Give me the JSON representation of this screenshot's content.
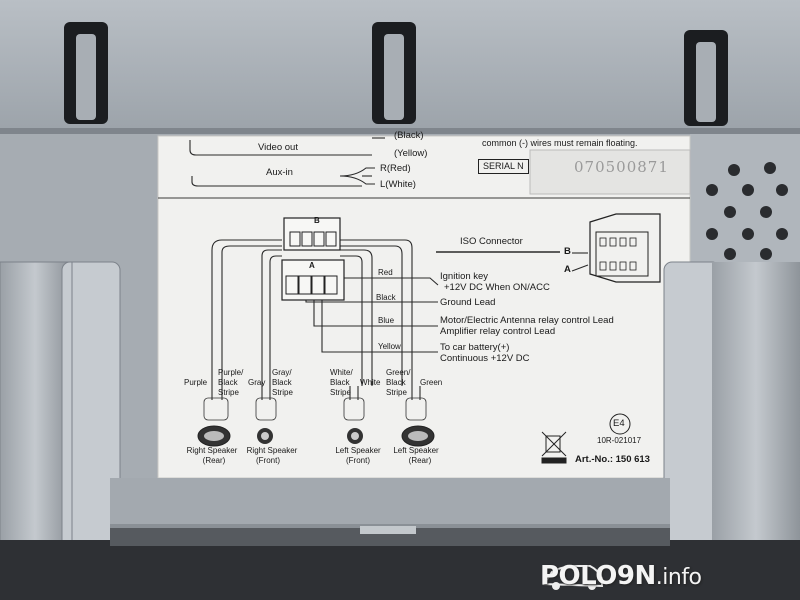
{
  "top_label": {
    "black": "(Black)",
    "video_out": "Video out",
    "yellow": "(Yellow)",
    "aux_in": "Aux-in",
    "r_red": "R(Red)",
    "l_white": "L(White)",
    "notice": "common (-) wires must remain floating.",
    "serial_prefix": "SERIAL N",
    "serial_number": "070500871"
  },
  "iso": {
    "title": "ISO Connector",
    "plug_b": "B",
    "plug_a": "A",
    "socket_b": "B",
    "socket_a": "A"
  },
  "leads": [
    {
      "color": "Red",
      "description": [
        "Ignition key",
        "+12V DC When ON/ACC"
      ]
    },
    {
      "color": "Black",
      "description": [
        "Ground Lead"
      ]
    },
    {
      "color": "Blue",
      "description": [
        "Motor/Electric Antenna relay control Lead",
        "Amplifier relay control Lead"
      ]
    },
    {
      "color": "Yellow",
      "description": [
        "To car battery(+)",
        "Continuous +12V DC"
      ]
    }
  ],
  "speaker_wires": {
    "purple": "Purple",
    "purple_black": [
      "Purple/",
      "Black",
      "Stripe"
    ],
    "gray": "Gray",
    "gray_black": [
      "Gray/",
      "Black",
      "Stripe"
    ],
    "white_black": [
      "White/",
      "Black",
      "Stripe"
    ],
    "white": "White",
    "green_black": [
      "Green/",
      "Black",
      "Stripe"
    ],
    "green": "Green"
  },
  "speakers": [
    {
      "label": [
        "Right Speaker",
        "(Rear)"
      ]
    },
    {
      "label": [
        "Right Speaker",
        "(Front)"
      ]
    },
    {
      "label": [
        "Left Speaker",
        "(Front)"
      ]
    },
    {
      "label": [
        "Left Speaker",
        "(Rear)"
      ]
    }
  ],
  "compliance": {
    "e_mark": "E4",
    "approval": "10R-021017",
    "article": "Art.-No.: 150 613"
  },
  "watermark": {
    "brand": "POLO9N",
    "domain": ".info"
  },
  "colors": {
    "metal": "#aab0b6",
    "sticker": "#f1f1ef",
    "ink": "#1a1a1a"
  }
}
